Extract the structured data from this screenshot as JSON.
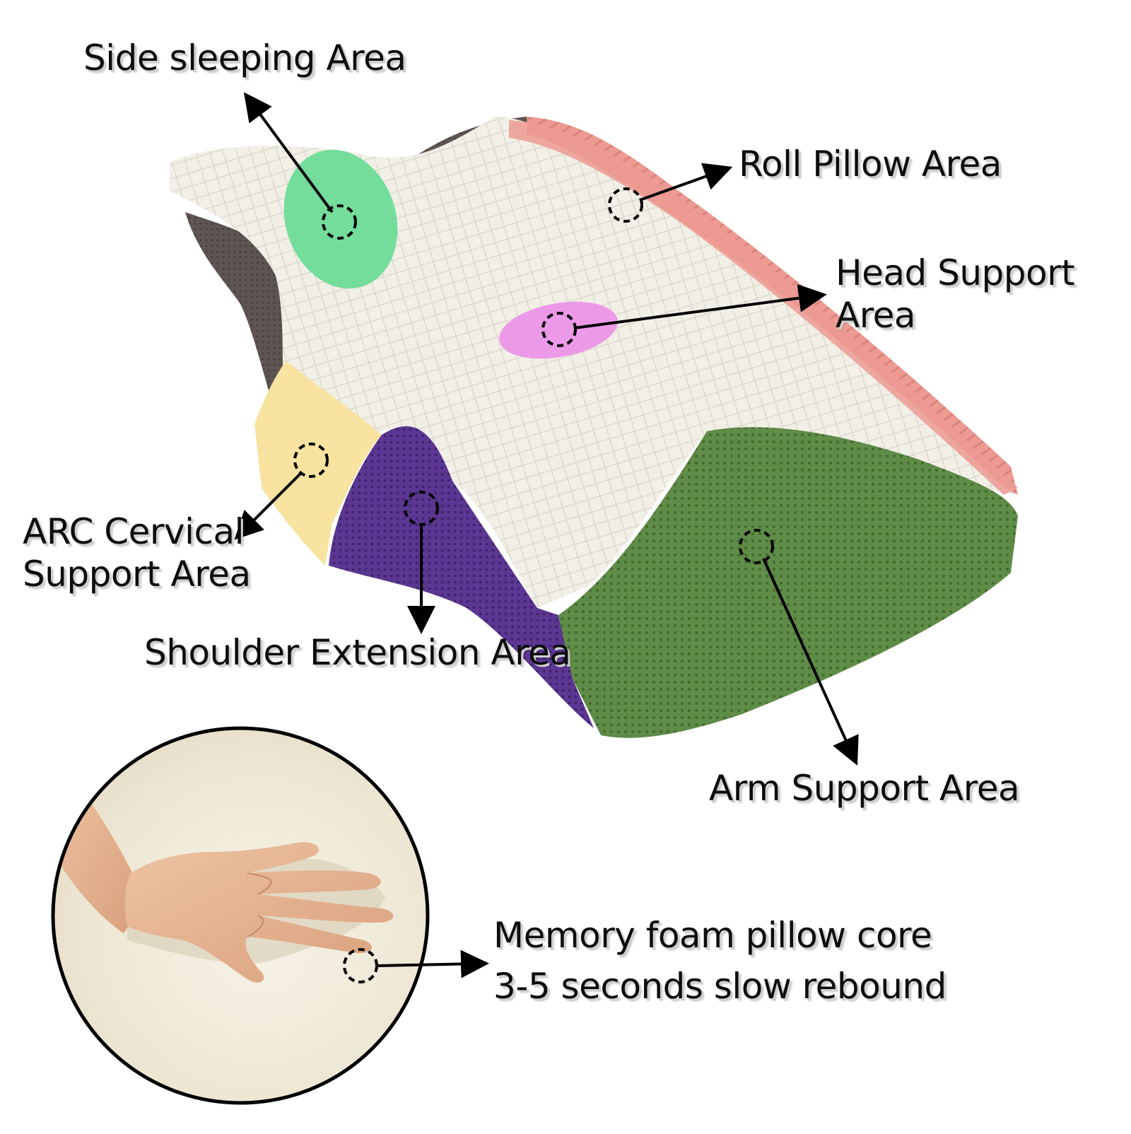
{
  "labels": {
    "side_sleeping": "Side sleeping Area",
    "roll_pillow": "Roll Pillow Area",
    "head_support_line1": "Head Support",
    "head_support_line2": "Area",
    "arc_cervical_line1": "ARC Cervical",
    "arc_cervical_line2": "Support Area",
    "shoulder_extension": "Shoulder Extension Area",
    "arm_support": "Arm Support Area",
    "memory_foam_line1": "Memory foam pillow core",
    "memory_foam_line2": "3-5 seconds slow rebound"
  },
  "colors": {
    "cover_white": "#f1efe6",
    "side_panel_brown": "#5e5552",
    "roll_pink": "#ec9a92",
    "side_sleeping_green": "#74dd9c",
    "head_support_pink": "#ec9ae8",
    "arc_yellow": "#f9e3a1",
    "shoulder_purple": "#5b3692",
    "arm_green": "#5f8c47",
    "foam_cream": "#f0ebdc",
    "skin": "#e6b693",
    "arrow": "#000000"
  }
}
